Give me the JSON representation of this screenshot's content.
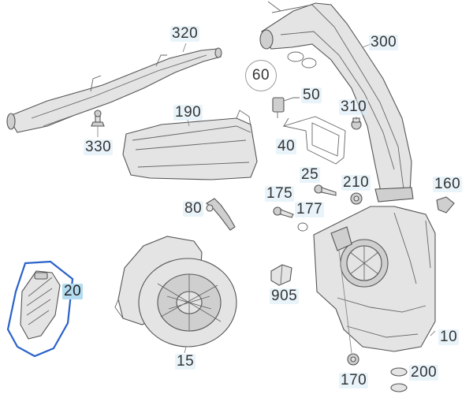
{
  "colors": {
    "part_fill": "#e4e4e4",
    "part_stroke": "#555555",
    "highlight_label": "#b3dcf0",
    "selection_outline": "#2a62c9"
  },
  "labels": {
    "p320": "320",
    "p300": "300",
    "p60": "60",
    "p50": "50",
    "p190": "190",
    "p310": "310",
    "p330": "330",
    "p40": "40",
    "p25": "25",
    "p210": "210",
    "p160": "160",
    "p175": "175",
    "p177": "177",
    "p80": "80",
    "p905": "905",
    "p20": "20",
    "p15": "15",
    "p10": "10",
    "p170": "170",
    "p200": "200"
  }
}
